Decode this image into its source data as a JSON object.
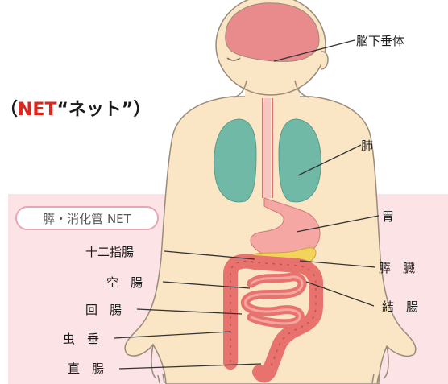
{
  "title": {
    "open_paren": "（",
    "word": "NET",
    "quote_text": "“ネット”",
    "close_paren": "）"
  },
  "panel_label": "膵・消化管 NET",
  "organs": {
    "pituitary": "脳下垂体",
    "lung": "肺",
    "stomach": "胃",
    "duodenum": "十二指腸",
    "jejunum": "空　腸",
    "ileum": "回　腸",
    "appendix": "虫　垂",
    "rectum": "直　腸",
    "pancreas": "膵　臓",
    "colon": "結　腸"
  },
  "colors": {
    "skin": "#fae5c4",
    "outline": "#9a8b7a",
    "brain": "#e98a8d",
    "lung": "#6fb9a6",
    "stomach": "#f4a7a3",
    "pancreas": "#f3d35a",
    "intestine": "#e8726d",
    "panel": "#fbe3e6",
    "title_red": "#e2231a"
  }
}
